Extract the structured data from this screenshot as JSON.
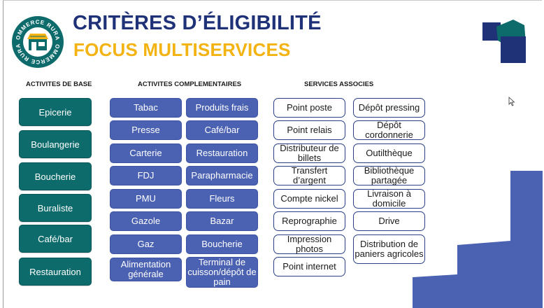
{
  "header": {
    "title": "CRITÈRES D’ÉLIGIBILITÉ",
    "subtitle": "FOCUS MULTISERVICES",
    "logo_text": "COMMERCE RURAL · COMMERCE RURAL"
  },
  "columns": {
    "base": {
      "heading": "ACTIVITES DE BASE",
      "items": [
        "Epicerie",
        "Boulangerie",
        "Boucherie",
        "Buraliste",
        "Café/bar",
        "Restauration"
      ]
    },
    "complementaires": {
      "heading": "ACTIVITES COMPLEMENTAIRES",
      "left": [
        "Tabac",
        "Presse",
        "Carterie",
        "FDJ",
        "PMU",
        "Gazole",
        "Gaz",
        "Alimentation générale"
      ],
      "right": [
        "Produits frais",
        "Café/bar",
        "Restauration",
        "Parapharmacie",
        "Fleurs",
        "Bazar",
        "Boucherie",
        "Terminal de cuisson/dépôt de pain"
      ]
    },
    "services": {
      "heading": "SERVICES ASSOCIES",
      "left": [
        "Point poste",
        "Point relais",
        "Distributeur de billets",
        "Transfert d’argent",
        "Compte nickel",
        "Reprographie",
        "Impression photos",
        "Point internet"
      ],
      "right": [
        "Dépôt pressing",
        "Dépôt cordonnerie",
        "Outilthèque",
        "Bibliothèque partagée",
        "Livraison à domicile",
        "Drive",
        "Distribution de paniers agricoles"
      ]
    }
  },
  "colors": {
    "navy": "#1f3278",
    "gold": "#f3b413",
    "teal": "#0e6b6c",
    "blue": "#4b62b3"
  }
}
